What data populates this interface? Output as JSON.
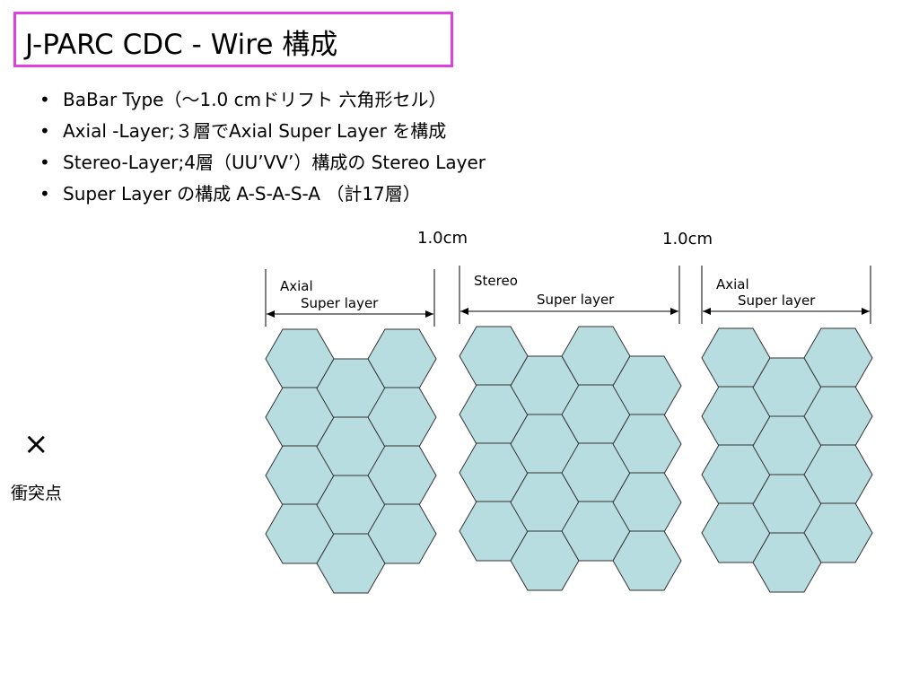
{
  "slide": {
    "title": "J-PARC CDC - Wire 構成",
    "bullets": [
      "BaBar Type（～1.0 cmドリフト 六角形セル）",
      "Axial -Layer;３層でAxial Super Layer を構成",
      "Stereo-Layer;4層（UU’VV’）構成の Stereo Layer",
      "Super Layer の構成 A-S-A-S-A （計17層）"
    ],
    "bullet_symbol": "•"
  },
  "diagram": {
    "cell_size_labels": [
      "1.0cm",
      "1.0cm"
    ],
    "groups": [
      {
        "kind": "axial",
        "label_top": "Axial",
        "label_bottom": "Super layer",
        "columns": 3,
        "rows": 4
      },
      {
        "kind": "stereo",
        "label_top": "Stereo",
        "label_bottom": "Super layer",
        "columns": 4,
        "rows": 4
      },
      {
        "kind": "axial",
        "label_top": "Axial",
        "label_bottom": "Super layer",
        "columns": 3,
        "rows": 4
      }
    ],
    "cell_fill": "#b8dde0",
    "cell_stroke": "#333333",
    "interaction_point": {
      "symbol": "×",
      "label": "衝突点"
    }
  }
}
